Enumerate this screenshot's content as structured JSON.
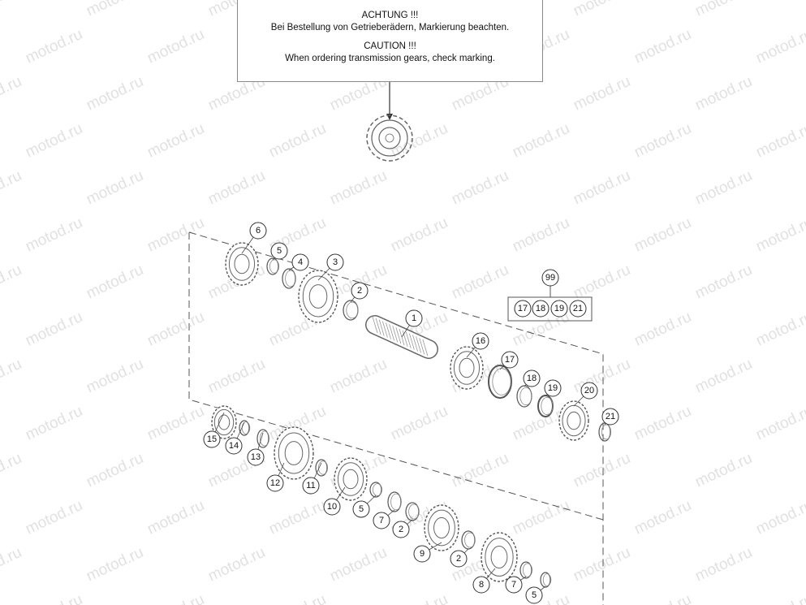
{
  "notice": {
    "line1": "ACHTUNG !!!",
    "line2": "Bei Bestellung von Getrieberädern, Markierung beachten.",
    "line3": "CAUTION !!!",
    "line4": "When ordering transmission gears, check marking."
  },
  "watermark": "motod.ru",
  "kit": {
    "label": "99",
    "items": [
      "17",
      "18",
      "19",
      "21"
    ]
  },
  "callouts": [
    "6",
    "5",
    "4",
    "3",
    "2",
    "1",
    "16",
    "17",
    "18",
    "19",
    "20",
    "21",
    "15",
    "14",
    "13",
    "12",
    "11",
    "10",
    "5",
    "7",
    "2",
    "9",
    "2",
    "8",
    "7",
    "5"
  ]
}
